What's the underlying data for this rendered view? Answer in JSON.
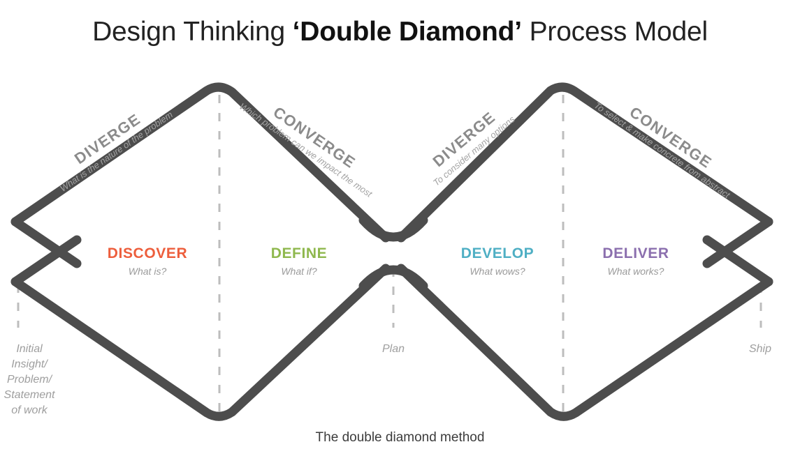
{
  "title": {
    "prefix": "Design Thinking ",
    "emphasis": "‘Double Diamond’",
    "suffix": " Process Model"
  },
  "caption": "The double diamond method",
  "colors": {
    "stroke": "#4d4d4d",
    "dashed_guide": "#bdbdbd",
    "muted_text": "#9e9e9e",
    "slant_text": "#8b8b8b",
    "discover": "#ed5e3c",
    "define": "#8fb84e",
    "develop": "#4fafc4",
    "deliver": "#8b6fae"
  },
  "phases": [
    {
      "name": "DISCOVER",
      "question": "What is?",
      "color": "#ed5e3c"
    },
    {
      "name": "DEFINE",
      "question": "What if?",
      "color": "#8fb84e"
    },
    {
      "name": "DEVELOP",
      "question": "What wows?",
      "color": "#4fafc4"
    },
    {
      "name": "DELIVER",
      "question": "What works?",
      "color": "#8b6fae"
    }
  ],
  "slant_labels": [
    {
      "name": "DIVERGE",
      "description": "What is the nature of the problem"
    },
    {
      "name": "CONVERGE",
      "description": "Which problem can we impact the most"
    },
    {
      "name": "DIVERGE",
      "description": "To consider many options"
    },
    {
      "name": "CONVERGE",
      "description": "To select & make concrete from abstract"
    }
  ],
  "milestones": [
    {
      "id": "initial",
      "text": "Initial\nInsight/\nProblem/\nStatement\nof work"
    },
    {
      "id": "plan",
      "text": "Plan"
    },
    {
      "id": "ship",
      "text": "Ship"
    }
  ],
  "chart_data": {
    "type": "diagram",
    "title": "Design Thinking ‘Double Diamond’ Process Model",
    "stages": [
      "DISCOVER",
      "DEFINE",
      "DEVELOP",
      "DELIVER"
    ],
    "stage_questions": [
      "What is?",
      "What if?",
      "What wows?",
      "What works?"
    ],
    "modes": [
      "DIVERGE",
      "CONVERGE",
      "DIVERGE",
      "CONVERGE"
    ],
    "milestones": [
      "Initial Insight/Problem/Statement of work",
      "Plan",
      "Ship"
    ]
  }
}
